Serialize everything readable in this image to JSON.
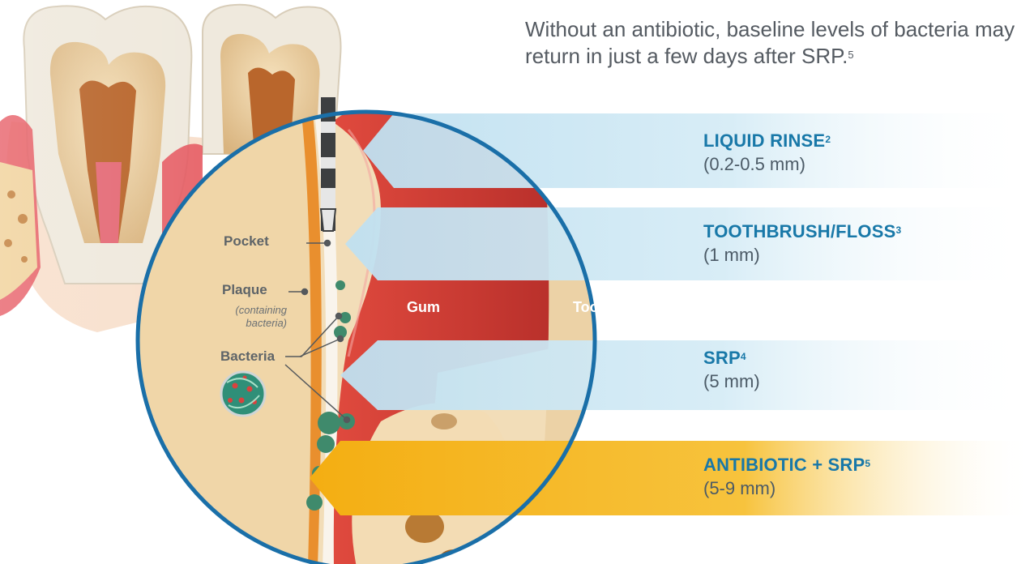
{
  "intro": {
    "text": "Without an antibiotic, baseline levels of bacteria may return in just a few days after SRP.",
    "ref": "5"
  },
  "methods": [
    {
      "name": "LIQUID RINSE",
      "ref": "2",
      "depth": "(0.2-0.5 mm)",
      "color": "#1878a8",
      "arrow": "light-blue"
    },
    {
      "name": "TOOTHBRUSH/FLOSS",
      "ref": "3",
      "depth": "(1 mm)",
      "color": "#1878a8",
      "arrow": "light-blue"
    },
    {
      "name": "SRP",
      "ref": "4",
      "depth": "(5 mm)",
      "color": "#1878a8",
      "arrow": "light-blue"
    },
    {
      "name": "ANTIBIOTIC + SRP",
      "ref": "5",
      "depth": "(5-9 mm)",
      "color": "#1878a8",
      "arrow": "gold"
    }
  ],
  "diagram_labels": {
    "pocket": "Pocket",
    "plaque": "Plaque",
    "plaque_note": "(containing bacteria)",
    "bacteria": "Bacteria",
    "gum": "Gum",
    "tooth": "Tooth"
  },
  "colors": {
    "arrow_light": "#cfe8f4",
    "arrow_gold": "#f6b50f",
    "circle_border": "#1a6fa8",
    "gum": "#d9463f",
    "tooth_dentin": "#e8cfa4",
    "enamel": "#f2eee6",
    "pulp": "#c76a2a",
    "bone": "#f4d9b8"
  }
}
